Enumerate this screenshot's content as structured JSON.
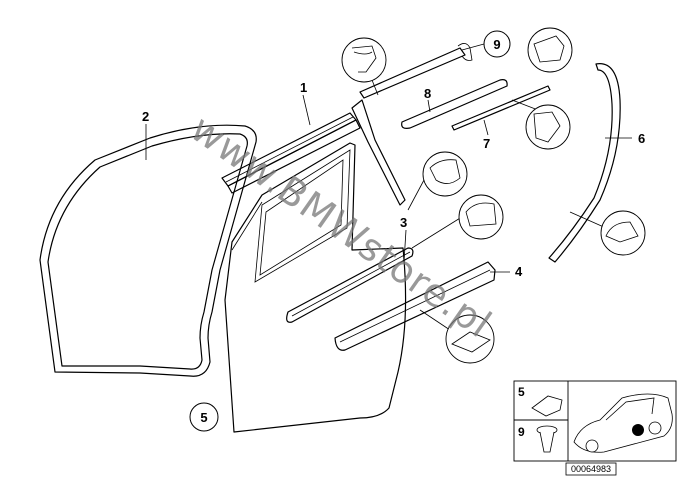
{
  "callouts": {
    "c1": "1",
    "c2": "2",
    "c3": "3",
    "c4": "4",
    "c5": "5",
    "c6": "6",
    "c7": "7",
    "c8": "8",
    "c9": "9"
  },
  "watermark": "www.BMWstore.pl",
  "inset": {
    "row1": "5",
    "row2": "9"
  },
  "diagram_code": "00064983"
}
